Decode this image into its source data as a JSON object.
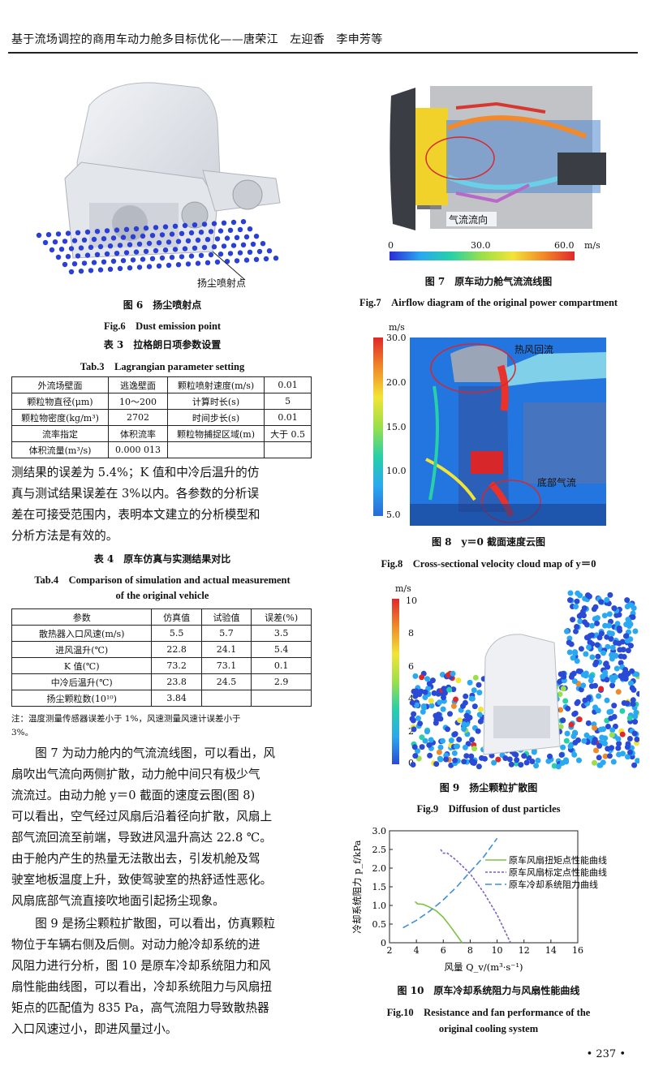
{
  "header": {
    "title": "基于流场调控的商用车动力舱多目标优化——唐荣江　左迎香　李申芳等"
  },
  "fig6": {
    "label": "扬尘喷射点",
    "cap_cn": "图 6　扬尘喷射点",
    "cap_en": "Fig.6　Dust emission point"
  },
  "tab3": {
    "cap_cn": "表 3　拉格朗日项参数设置",
    "cap_en": "Tab.3　Lagrangian parameter setting",
    "rows": [
      [
        "外流场壁面",
        "逃逸壁面",
        "颗粒喷射速度(m/s)",
        "0.01"
      ],
      [
        "颗粒物直径(μm)",
        "10～200",
        "计算时长(s)",
        "5"
      ],
      [
        "颗粒物密度(kg/m³)",
        "2702",
        "时间步长(s)",
        "0.01"
      ],
      [
        "流率指定",
        "体积流率",
        "颗粒物捕捉区域(m)",
        "大于 0.5"
      ],
      [
        "体积流量(m³/s)",
        "0.000 013",
        "",
        ""
      ]
    ]
  },
  "para1": [
    "测结果的误差为 5.4%；K 值和中冷后温升的仿",
    "真与测试结果误差在 3%以内。各参数的分析误",
    "差在可接受范围内，表明本文建立的分析模型和",
    "分析方法是有效的。"
  ],
  "tab4": {
    "cap_cn": "表 4　原车仿真与实测结果对比",
    "cap_en1": "Tab.4　Comparison of simulation and actual measurement",
    "cap_en2": "of the original vehicle",
    "headers": [
      "参数",
      "仿真值",
      "试验值",
      "误差(%)"
    ],
    "rows": [
      [
        "散热器入口风速(m/s)",
        "5.5",
        "5.7",
        "3.5"
      ],
      [
        "进风温升(℃)",
        "22.8",
        "24.1",
        "5.4"
      ],
      [
        "K 值(℃)",
        "73.2",
        "73.1",
        "0.1"
      ],
      [
        "中冷后温升(℃)",
        "23.8",
        "24.5",
        "2.9"
      ],
      [
        "扬尘颗粒数(10¹⁰)",
        "3.84",
        "",
        ""
      ]
    ],
    "note1": "注：温度测量传感器误差小于 1%，风速测量风速计误差小于",
    "note2": "3%。"
  },
  "para2": [
    "图 7 为动力舱内的气流流线图，可以看出，风",
    "扇吹出气流向两侧扩散，动力舱中间只有极少气",
    "流流过。由动力舱 y＝0 截面的速度云图(图 8)",
    "可以看出，空气经过风扇后沿着径向扩散，风扇上",
    "部气流回流至前端，导致进风温升高达 22.8 ℃。",
    "由于舱内产生的热量无法散出去，引发机舱及驾",
    "驶室地板温度上升，致使驾驶室的热舒适性恶化。",
    "风扇底部气流直接吹地面引起扬尘现象。"
  ],
  "para3": [
    "图 9 是扬尘颗粒扩散图，可以看出，仿真颗粒",
    "物位于车辆右侧及后侧。对动力舱冷却系统的进",
    "风阻力进行分析，图 10 是原车冷却系统阻力和风",
    "扇性能曲线图，可以看出，冷却系统阻力与风扇扭",
    "矩点的匹配值为 835 Pa，高气流阻力导致散热器",
    "入口风速过小，即进风量过小。"
  ],
  "fig7": {
    "label": "气流流向",
    "scale": [
      "0",
      "30.0",
      "60.0",
      "m/s"
    ],
    "cap_cn": "图 7　原车动力舱气流流线图",
    "cap_en": "Fig.7　Airflow diagram of the original power compartment"
  },
  "fig8": {
    "unit": "m/s",
    "ticks": [
      "30.0",
      "20.0",
      "15.0",
      "10.0",
      "5.0"
    ],
    "label_top": "热风回流",
    "label_bottom": "底部气流",
    "cap_cn": "图 8　y＝0 截面速度云图",
    "cap_en": "Fig.8　Cross-sectional velocity cloud map of y＝0"
  },
  "fig9": {
    "unit": "m/s",
    "ticks": [
      "10",
      "8",
      "6",
      "4",
      "2",
      "0"
    ],
    "cap_cn": "图 9　扬尘颗粒扩散图",
    "cap_en": "Fig.9　Diffusion of dust particles"
  },
  "fig10": {
    "cap_cn": "图 10　原车冷却系统阻力与风扇性能曲线",
    "cap_en1": "Fig.10　Resistance and fan performance of the",
    "cap_en2": "original cooling system"
  },
  "chart_data": {
    "type": "line",
    "title": "",
    "xlabel": "风量 Q_v/(m³·s⁻¹)",
    "ylabel": "冷却系统阻力 p_f/kPa",
    "xlim": [
      2,
      16
    ],
    "ylim": [
      0,
      3.0
    ],
    "xticks": [
      "2",
      "4",
      "6",
      "8",
      "10",
      "12",
      "14",
      "16"
    ],
    "yticks": [
      "0",
      "0.5",
      "1.0",
      "1.5",
      "2.0",
      "2.5",
      "3.0"
    ],
    "legend_position": "right",
    "series": [
      {
        "name": "原车风扇扭矩点性能曲线",
        "color": "#7dc242",
        "dash": "solid",
        "x": [
          3.9,
          4.1,
          4.5,
          5.0,
          5.5,
          6.0,
          6.5,
          7.0,
          7.4
        ],
        "y": [
          1.1,
          1.04,
          1.03,
          0.95,
          0.85,
          0.68,
          0.45,
          0.2,
          0.0
        ]
      },
      {
        "name": "原车风扇标定点性能曲线",
        "color": "#7b5fc4",
        "dash": "dotted",
        "x": [
          5.8,
          6.0,
          6.3,
          7.0,
          8.0,
          9.0,
          10.0,
          11.0
        ],
        "y": [
          2.5,
          2.4,
          2.4,
          2.2,
          1.85,
          1.35,
          0.75,
          0.0
        ]
      },
      {
        "name": "原车冷却系统阻力曲线",
        "color": "#3d8fd9",
        "dash": "dashed",
        "x": [
          3.0,
          4.0,
          5.0,
          6.0,
          7.0,
          8.0,
          9.0,
          10.0
        ],
        "y": [
          0.4,
          0.6,
          0.85,
          1.15,
          1.5,
          1.9,
          2.3,
          2.8
        ]
      }
    ]
  },
  "page": {
    "number": "• 237 •"
  }
}
